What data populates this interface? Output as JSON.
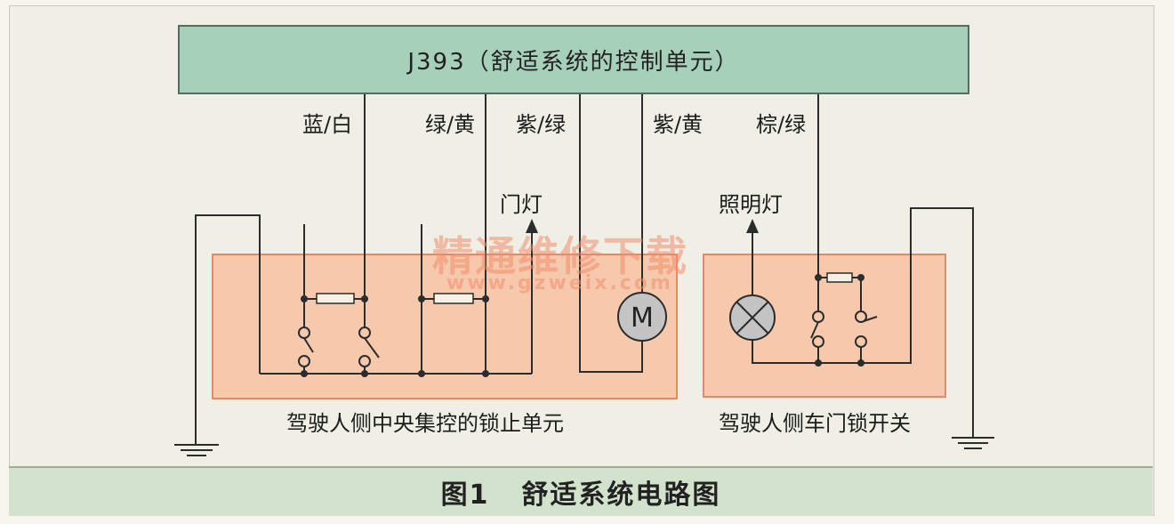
{
  "control_unit": {
    "label": "J393（舒适系统的控制单元）"
  },
  "wires": [
    {
      "label": "蓝/白"
    },
    {
      "label": "绿/黄"
    },
    {
      "label": "紫/绿"
    },
    {
      "label": "紫/黄"
    },
    {
      "label": "棕/绿"
    }
  ],
  "outputs": {
    "door_light": "门灯",
    "illumination_light": "照明灯"
  },
  "motor": {
    "symbol": "M"
  },
  "units": {
    "central_lock": "驾驶人侧中央集控的锁止单元",
    "door_lock_switch": "驾驶人侧车门锁开关"
  },
  "watermark": {
    "text": "精通维修下载",
    "url": "www.gzweix.com"
  },
  "caption": {
    "figure_no": "图1",
    "title": "舒适系统电路图"
  }
}
